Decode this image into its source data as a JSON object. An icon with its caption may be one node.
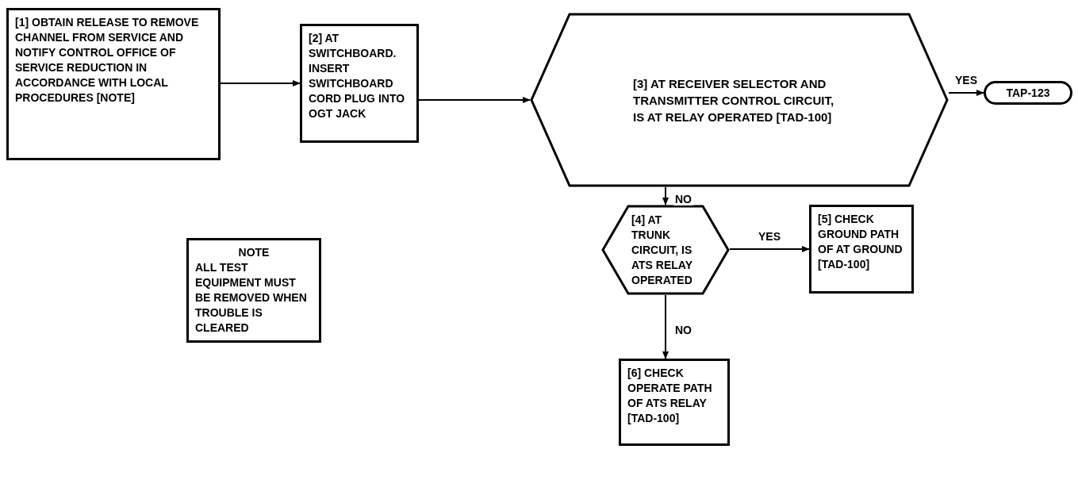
{
  "diagram": {
    "nodes": [
      {
        "text": [
          "[1] OBTAIN RELEASE TO REMOVE CHANNEL FROM SERVICE AND NOTIFY CONTROL OFFICE OF SERVICE REDUCTION IN ACCORDANCE WITH LOCAL PROCEDURES [NOTE]"
        ]
      },
      {
        "text": [
          "[2] AT SWITCHBOARD. INSERT SWITCHBOARD CORD PLUG INTO OGT JACK"
        ]
      },
      {
        "text": [
          "[3] AT RECEIVER SELECTOR AND TRANSMITTER CONTROL CIRCUIT, IS AT RELAY OPERATED [TAD-100]"
        ]
      },
      {
        "text": [
          "TAP-123"
        ]
      },
      {
        "text": [
          "[4] AT TRUNK CIRCUIT, IS ATS RELAY OPERATED"
        ]
      },
      {
        "text": [
          "[5] CHECK GROUND PATH OF AT GROUND [TAD-100]"
        ]
      },
      {
        "text": [
          "[6] CHECK OPERATE PATH OF ATS RELAY [TAD-100]"
        ]
      },
      {
        "text": [
          "NOTE",
          "ALL TEST EQUIPMENT MUST BE REMOVED WHEN TROUBLE IS CLEARED"
        ]
      }
    ],
    "edges": [
      {
        "from": 0,
        "to": 1,
        "arrow": "to"
      },
      {
        "from": 1,
        "to": 2,
        "arrow": "to"
      },
      {
        "from": 2,
        "to": 3,
        "arrow": "to",
        "label": "YES"
      },
      {
        "from": 2,
        "to": 4,
        "arrow": "to",
        "label": "NO"
      },
      {
        "from": 4,
        "to": 5,
        "arrow": "to",
        "label": "YES"
      },
      {
        "from": 4,
        "to": 6,
        "arrow": "to",
        "label": "NO"
      }
    ]
  }
}
